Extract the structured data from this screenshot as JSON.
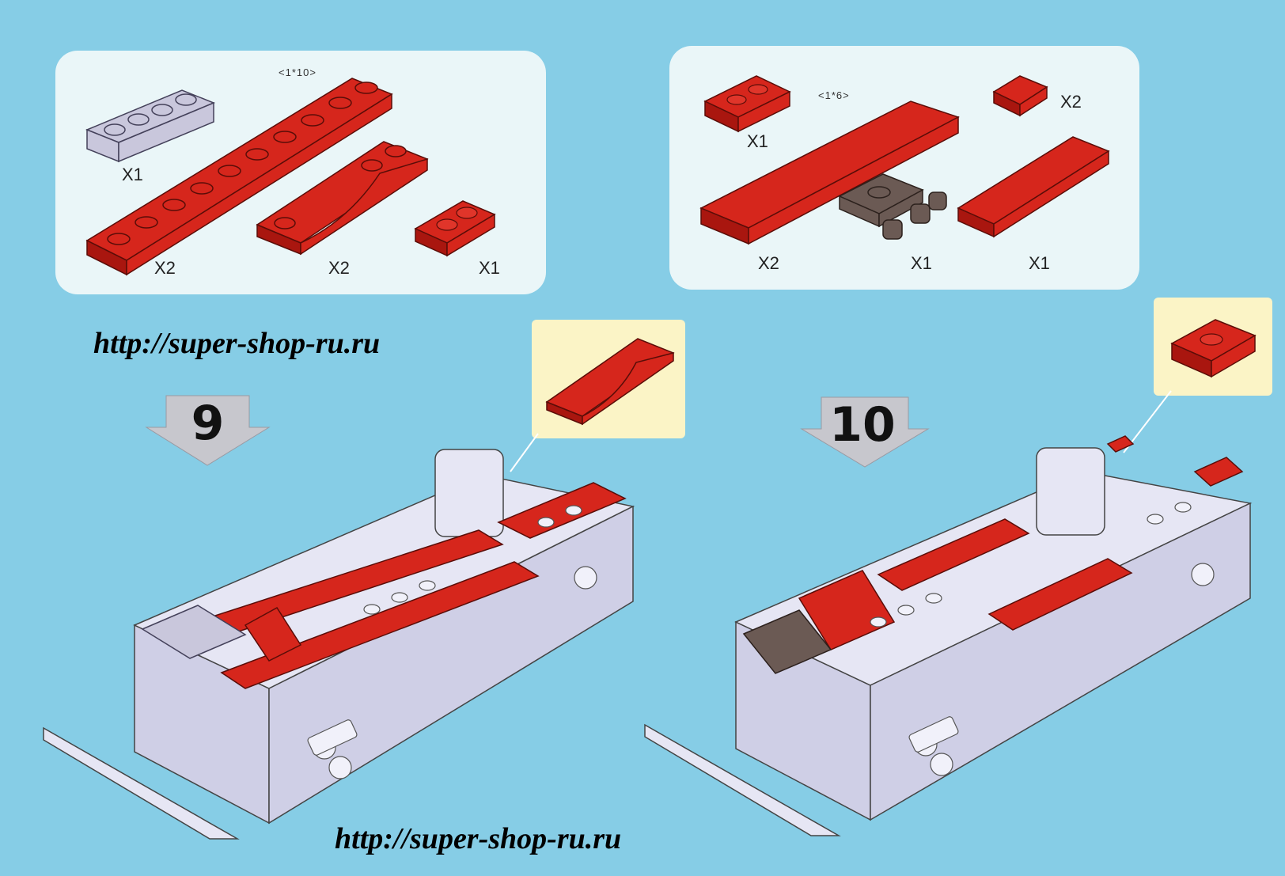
{
  "watermark": {
    "top_text": "http://super-shop-ru.ru",
    "bottom_text": "http://super-shop-ru.ru"
  },
  "step9": {
    "number": "9",
    "parts": [
      {
        "icon": "grey-plate-1x4-icon",
        "qty": "X1"
      },
      {
        "icon": "red-plate-1x10-icon",
        "qty": "X2",
        "size": "<1*10>"
      },
      {
        "icon": "red-arch-plate-icon",
        "qty": "X2"
      },
      {
        "icon": "red-plate-1x2-icon",
        "qty": "X1"
      }
    ],
    "callout_icon": "red-arch-plate-icon"
  },
  "step10": {
    "number": "10",
    "parts": [
      {
        "icon": "red-plate-2x2-icon",
        "qty": "X1"
      },
      {
        "icon": "red-plate-1x6-icon",
        "qty": "X2",
        "size": "<1*6>"
      },
      {
        "icon": "brown-hitch-plate-icon",
        "qty": "X1"
      },
      {
        "icon": "red-tile-1x1-icon",
        "qty": "X2"
      },
      {
        "icon": "red-tile-1x4-icon",
        "qty": "X1"
      }
    ],
    "callout_icon": "red-tile-2x2-icon"
  },
  "colors": {
    "background": "#86cde6",
    "brick_red": "#d6261c",
    "panel": "#eaf6f8",
    "callout": "#fbf4c6"
  }
}
